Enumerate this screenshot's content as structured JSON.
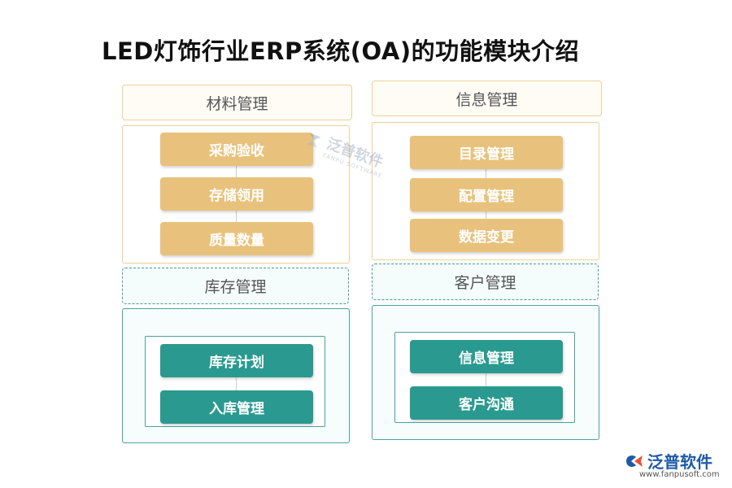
{
  "title": "LED灯饰行业ERP系统(OA)的功能模块介绍",
  "left": {
    "top_header": "材料管理",
    "top_items": [
      "采购验收",
      "存储领用",
      "质量数量"
    ],
    "bottom_header": "库存管理",
    "bottom_items": [
      "库存计划",
      "入库管理"
    ]
  },
  "right": {
    "top_header": "信息管理",
    "top_items": [
      "目录管理",
      "配置管理",
      "数据变更"
    ],
    "bottom_header": "客户管理",
    "bottom_items": [
      "信息管理",
      "客户沟通"
    ]
  },
  "watermark": {
    "name": "泛普软件",
    "sub": "FANPU SOFTWARE"
  },
  "logo": {
    "name": "泛普软件",
    "url": "www.fanpusoft.com"
  },
  "colors": {
    "orange_item": "#e8c27c",
    "teal_item": "#2a9a90",
    "orange_border": "#f0cf95",
    "teal_border": "#4aa39d"
  }
}
